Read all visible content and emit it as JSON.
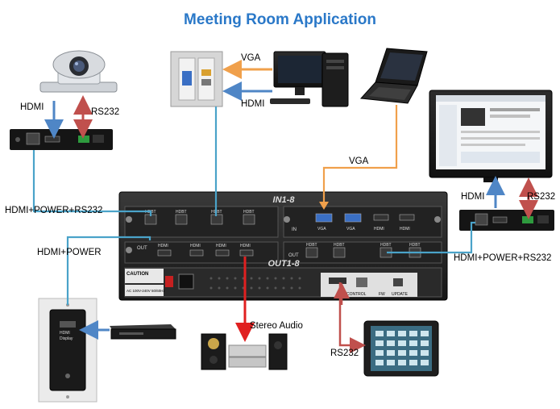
{
  "title": "Meeting Room Application",
  "labels": {
    "cam_hdmi": "HDMI",
    "cam_rs232": "RS232",
    "cam_link": "HDMI+POWER+RS232",
    "plate_vga": "VGA",
    "plate_hdmi": "HDMI",
    "laptop_vga": "VGA",
    "disp_hdmi": "HDMI",
    "disp_rs232": "RS232",
    "disp_link": "HDMI+POWER+RS232",
    "wall_link": "HDMI+POWER",
    "audio": "Stereo Audio",
    "panel_rs232": "RS232"
  },
  "chassis": {
    "in_label": "IN1-8",
    "out_label": "OUT1-8",
    "in_port": "IN",
    "out_port": "OUT",
    "hdbt": "HDBT",
    "hdmi": "HDMI",
    "vga": "VGA",
    "control": "CONTROL",
    "fw": "FW",
    "update": "UPDATE",
    "caution": "CAUTION",
    "power_spec": "AC 100V-240V 50/60Hz"
  },
  "wallplate_hdmi": "HDMI",
  "wallplate_display": "Display",
  "colors": {
    "title": "#2a78c8",
    "hdbt_cable": "#4aa3c9",
    "vga_cable": "#f0a04b",
    "hdmi_arrow": "#4f86c6",
    "rs232_arrow": "#c0504d",
    "audio_arrow": "#e02020"
  },
  "icons": [
    "ptz-camera-icon",
    "hdbt-receiver-icon",
    "wall-plate-icon",
    "desktop-pc-icon",
    "laptop-icon",
    "monitor-icon",
    "matrix-switcher-icon",
    "hdbt-wallplate-icon",
    "blu-ray-player-icon",
    "speaker-system-icon",
    "touch-panel-icon"
  ]
}
